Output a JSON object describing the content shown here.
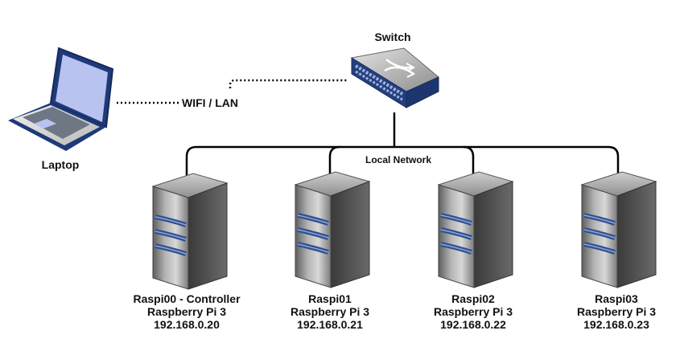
{
  "diagram": {
    "switch_label": "Switch",
    "laptop_label": "Laptop",
    "link_label": "WIFI / LAN",
    "network_label": "Local Network",
    "nodes": [
      {
        "name": "Raspi00 - Controller",
        "model": "Raspberry Pi 3",
        "ip": "192.168.0.20"
      },
      {
        "name": "Raspi01",
        "model": "Raspberry Pi 3",
        "ip": "192.168.0.21"
      },
      {
        "name": "Raspi02",
        "model": "Raspberry Pi 3",
        "ip": "192.168.0.22"
      },
      {
        "name": "Raspi03",
        "model": "Raspberry Pi 3",
        "ip": "192.168.0.23"
      }
    ],
    "colors": {
      "server_body": "#8a8a8a",
      "server_stripe": "#2f4f8f",
      "switch_trim": "#2a4c8e",
      "laptop_screen": "#b9c3ef",
      "line": "#000000"
    }
  }
}
